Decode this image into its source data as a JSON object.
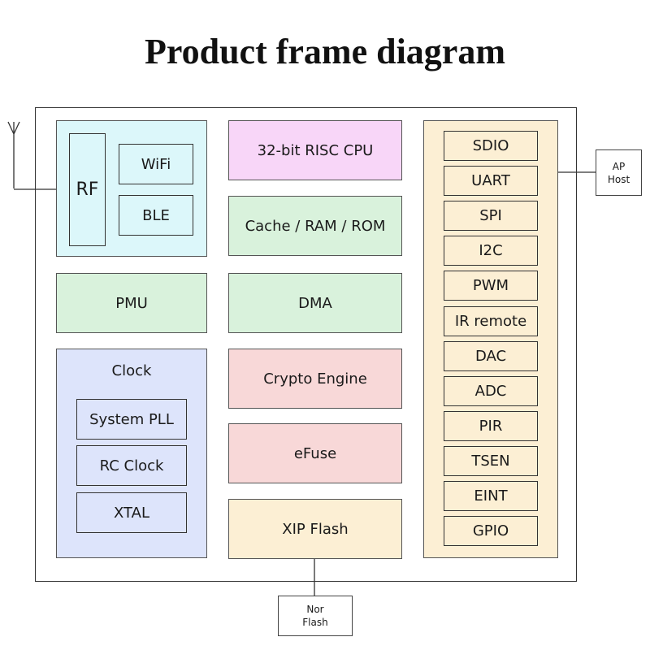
{
  "title": "Product frame diagram",
  "rf": {
    "label": "RF",
    "wifi": "WiFi",
    "ble": "BLE"
  },
  "pmu": "PMU",
  "clock": {
    "label": "Clock",
    "items": [
      "System PLL",
      "RC Clock",
      "XTAL"
    ]
  },
  "center": [
    "32-bit RISC CPU",
    "Cache / RAM / ROM",
    "DMA",
    "Crypto Engine",
    "eFuse",
    "XIP Flash"
  ],
  "peripherals": [
    "SDIO",
    "UART",
    "SPI",
    "I2C",
    "PWM",
    "IR remote",
    "DAC",
    "ADC",
    "PIR",
    "TSEN",
    "EINT",
    "GPIO"
  ],
  "external": {
    "ap_host": [
      "AP",
      "Host"
    ],
    "nor_flash": [
      "Nor",
      "Flash"
    ]
  },
  "colors": {
    "rf_group": "#dcf7fa",
    "cpu": "#f8d6f8",
    "memory": "#d9f2dc",
    "crypto": "#f8d8d8",
    "flash": "#fcefd4",
    "clock": "#dde4fb",
    "peripherals": "#fcefd4"
  }
}
